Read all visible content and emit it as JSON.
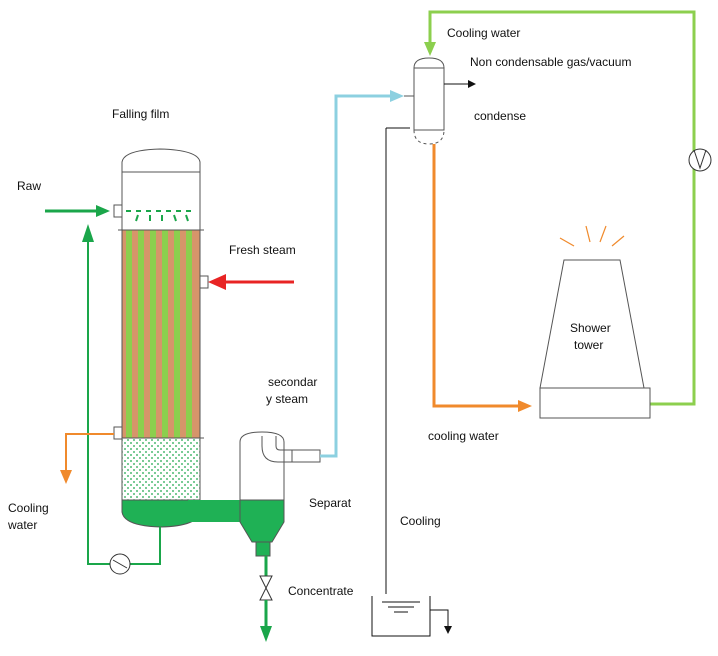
{
  "labels": {
    "falling_film": "Falling film",
    "raw": "Raw",
    "fresh_steam": "Fresh steam",
    "cooling_water_left_1": "Cooling",
    "cooling_water_left_2": "water",
    "secondary_steam_1": "secondar",
    "secondary_steam_2": "y steam",
    "separator": "Separat",
    "concentrate": "Concentrate",
    "cooling_water_top": "Cooling water",
    "non_condensable": "Non condensable gas/vacuum",
    "condense": "condense",
    "shower_tower_1": "Shower",
    "shower_tower_2": "tower",
    "cooling_water_bottom": "cooling water",
    "cooling": "Cooling"
  },
  "colors": {
    "green_line": "#1aa64a",
    "light_green_line": "#8ccf4e",
    "orange_line": "#f08a2c",
    "red_arrow": "#e82424",
    "steam_blue": "#8cd0e0",
    "shell_orange": "#d6956a",
    "tube_green": "#8ccf4e",
    "liquid_green": "#1fb155"
  }
}
